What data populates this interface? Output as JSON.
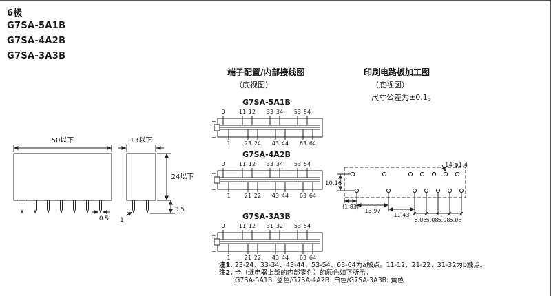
{
  "header": {
    "pole_label": "6极",
    "models": [
      "G7SA-5A1B",
      "G7SA-4A2B",
      "G7SA-3A3B"
    ]
  },
  "sections": {
    "terminal": {
      "title": "端子配置/内部接线图",
      "subtitle": "（底视图）"
    },
    "pcb": {
      "title": "印刷电路板加工图",
      "subtitle": "（底视图）",
      "tolerance": "尺寸公差为±0.1。"
    }
  },
  "outline": {
    "width": "50以下",
    "depth": "13以下",
    "height": "24以下",
    "pin_thickness": "0.5",
    "pin_width": "1",
    "pin_length": "3.5"
  },
  "pcb": {
    "holes": "14-φ1.4",
    "row_pitch": "10.16",
    "edge_offset": "(1.83)",
    "span1": "13.97",
    "span2": "11.43",
    "pitch": "5.08"
  },
  "coil": {
    "plus": "+",
    "minus": "−"
  },
  "diagrams": [
    {
      "title": "G7SA-5A1B",
      "top": [
        "0",
        "11",
        "12",
        "33",
        "34",
        "53",
        "54"
      ],
      "bottom": [
        "1",
        "23",
        "24",
        "43",
        "44",
        "63",
        "64"
      ]
    },
    {
      "title": "G7SA-4A2B",
      "top": [
        "0",
        "11",
        "12",
        "33",
        "34",
        "53",
        "54"
      ],
      "bottom": [
        "1",
        "21",
        "22",
        "43",
        "44",
        "63",
        "64"
      ]
    },
    {
      "title": "G7SA-3A3B",
      "top": [
        "0",
        "11",
        "12",
        "31",
        "32",
        "53",
        "54"
      ],
      "bottom": [
        "1",
        "21",
        "22",
        "43",
        "44",
        "63",
        "64"
      ]
    }
  ],
  "notes": [
    {
      "label": "注1.",
      "text": "23-24、33-34、43-44、53-54、63-64为a触点。11-12、21-22、31-32为b触点。"
    },
    {
      "label": "注2.",
      "text": "卡（继电器上部的内部零件）的颜色如下所示。"
    },
    {
      "label": "",
      "text": "G7SA-5A1B: 蓝色/G7SA-4A2B: 白色/G7SA-3A3B: 黄色"
    }
  ],
  "colors": {
    "line": "#222222",
    "text": "#1a1a1a"
  }
}
